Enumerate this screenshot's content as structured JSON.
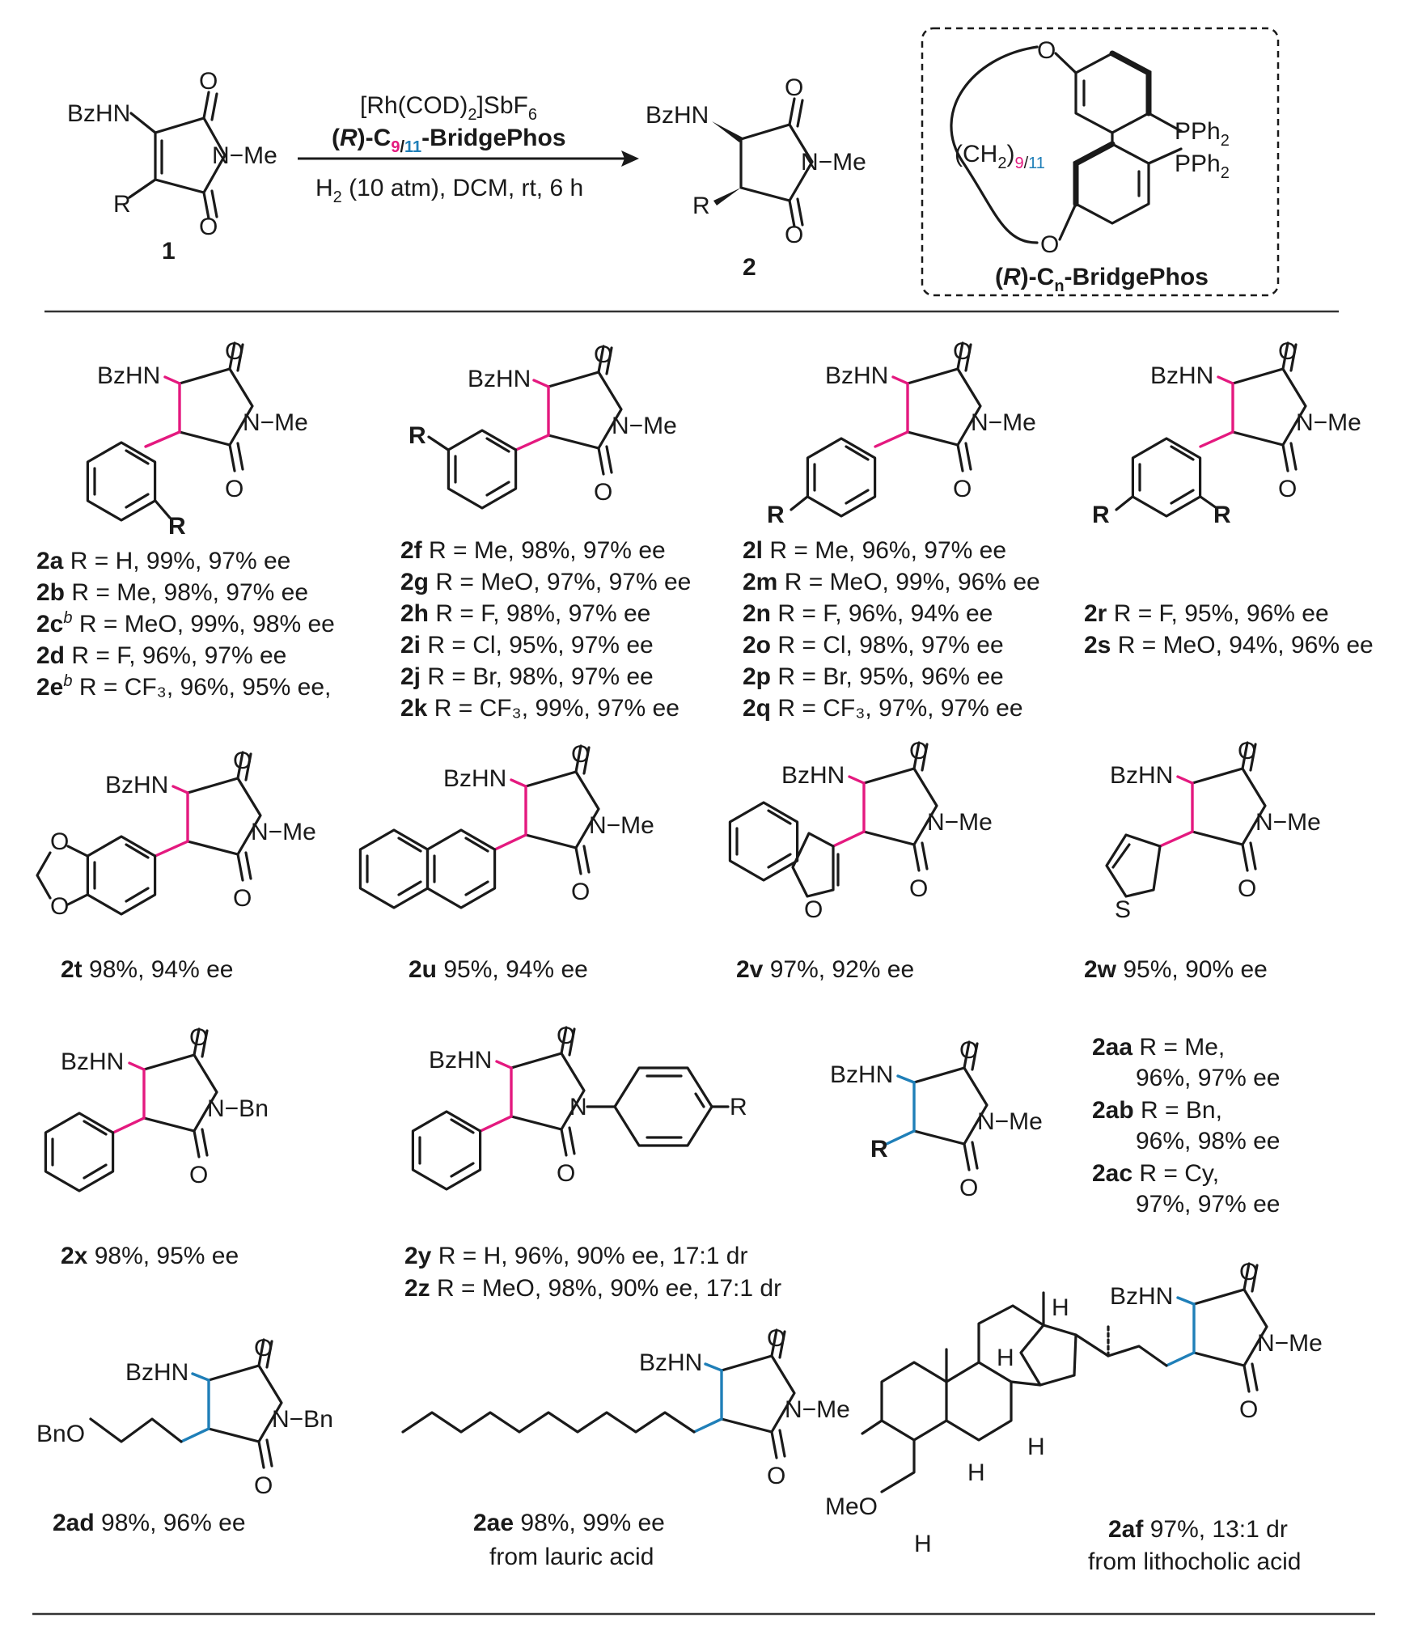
{
  "colors": {
    "ink": "#1a1a1a",
    "pink": "#e4197f",
    "blue": "#1f7fb8",
    "divider": "#333333"
  },
  "reaction": {
    "substrate_number": "1",
    "product_number": "2",
    "cond_line1_a": "[Rh(COD)",
    "cond_line1_b": "2",
    "cond_line1_c": "]SbF",
    "cond_line1_d": "6",
    "cond_line2_a": "(",
    "cond_line2_b": "R",
    "cond_line2_c": ")-C",
    "cond_line2_d": "9",
    "cond_line2_e": "/",
    "cond_line2_f": "11",
    "cond_line2_g": "-BridgePhos",
    "cond_line3_a": "H",
    "cond_line3_b": "2",
    "cond_line3_c": " (10 atm), DCM, rt, 6 h"
  },
  "ligand": {
    "o_top": "O",
    "o_bottom": "O",
    "pph2_top": "PPh",
    "pph2_sub": "2",
    "chain_a": "(CH",
    "chain_b": "2",
    "chain_c": ")",
    "chain_d": "9",
    "chain_e": "/",
    "chain_f": "11",
    "name_a": "(",
    "name_b": "R",
    "name_c": ")-C",
    "name_d": "n",
    "name_e": "-BridgePhos"
  },
  "atoms": {
    "bzhn": "BzHN",
    "o": "O",
    "nme": "N−Me",
    "nbn": "N−Bn",
    "n": "N",
    "r": "R",
    "s": "S",
    "bno": "BnO",
    "meo": "MeO",
    "h": "H"
  },
  "results": {
    "ortho": [
      {
        "id": "2a",
        "sup": "",
        "text": " R = H, 99%, 97% ee"
      },
      {
        "id": "2b",
        "sup": "",
        "text": " R = Me, 98%, 97% ee"
      },
      {
        "id": "2c",
        "sup": "b",
        "text": " R = MeO, 99%, 98% ee"
      },
      {
        "id": "2d",
        "sup": "",
        "text": " R = F, 96%, 97% ee"
      },
      {
        "id": "2e",
        "sup": "b",
        "text": " R = CF₃, 96%, 95% ee,"
      }
    ],
    "meta": [
      {
        "id": "2f",
        "text": " R = Me, 98%, 97% ee"
      },
      {
        "id": "2g",
        "text": " R = MeO, 97%, 97% ee"
      },
      {
        "id": "2h",
        "text": " R = F, 98%, 97% ee"
      },
      {
        "id": "2i",
        "text": " R = Cl, 95%, 97% ee"
      },
      {
        "id": "2j",
        "text": " R = Br, 98%, 97% ee"
      },
      {
        "id": "2k",
        "text": " R = CF₃, 99%, 97% ee"
      }
    ],
    "para": [
      {
        "id": "2l",
        "text": " R = Me, 96%, 97% ee"
      },
      {
        "id": "2m",
        "text": " R = MeO, 99%, 96% ee"
      },
      {
        "id": "2n",
        "text": " R = F, 96%, 94% ee"
      },
      {
        "id": "2o",
        "text": " R = Cl, 98%, 97% ee"
      },
      {
        "id": "2p",
        "text": " R = Br, 95%, 96% ee"
      },
      {
        "id": "2q",
        "text": " R = CF₃, 97%, 97% ee"
      }
    ],
    "disub": [
      {
        "id": "2r",
        "text": " R = F, 95%, 96% ee"
      },
      {
        "id": "2s",
        "text": " R = MeO, 94%, 96% ee"
      }
    ],
    "hetero": [
      {
        "id": "2t",
        "text": " 98%, 94% ee"
      },
      {
        "id": "2u",
        "text": " 95%, 94% ee"
      },
      {
        "id": "2v",
        "text": " 97%, 92% ee"
      },
      {
        "id": "2w",
        "text": " 95%, 90% ee"
      }
    ],
    "x": {
      "id": "2x",
      "text": " 98%, 95% ee"
    },
    "yz": [
      {
        "id": "2y",
        "text": " R = H, 96%, 90% ee, 17:1 dr"
      },
      {
        "id": "2z",
        "text": " R = MeO, 98%, 90% ee, 17:1 dr"
      }
    ],
    "alkyl": [
      {
        "id": "2aa",
        "text": " R = Me,",
        "text2": "96%, 97% ee"
      },
      {
        "id": "2ab",
        "text": " R = Bn,",
        "text2": "96%, 98% ee"
      },
      {
        "id": "2ac",
        "text": " R = Cy,",
        "text2": "97%, 97% ee"
      }
    ],
    "ad": {
      "id": "2ad",
      "text": " 98%, 96% ee"
    },
    "ae": {
      "id": "2ae",
      "text": " 98%, 99% ee",
      "note": "from lauric acid"
    },
    "af": {
      "id": "2af",
      "text": " 97%, 13:1 dr",
      "note": "from lithocholic acid"
    }
  }
}
